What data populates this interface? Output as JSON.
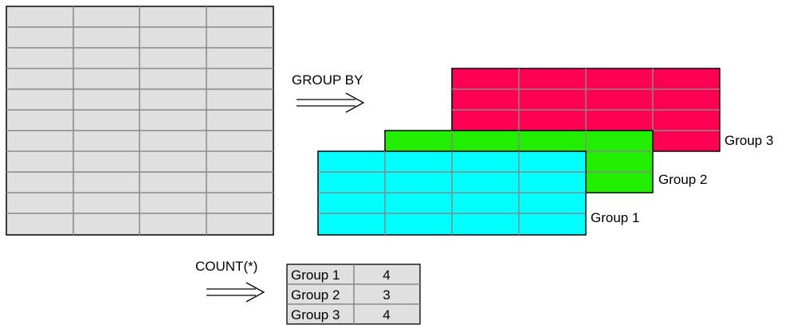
{
  "labels": {
    "group_by": "GROUP BY",
    "count": "COUNT(*)",
    "group1": "Group 1",
    "group2": "Group 2",
    "group3": "Group 3"
  },
  "colors": {
    "source_fill": "#e0e0e0",
    "group1_fill": "#00ffff",
    "group2_fill": "#22ee00",
    "group3_fill": "#ff0055",
    "grid_line": "#888888",
    "border": "#000000"
  },
  "source_table": {
    "rows": 11,
    "cols": 4
  },
  "groups": [
    {
      "name": "Group 1",
      "rows": 4
    },
    {
      "name": "Group 2",
      "rows": 3
    },
    {
      "name": "Group 3",
      "rows": 4
    }
  ],
  "result_table": {
    "rows": [
      {
        "group": "Group 1",
        "count": "4"
      },
      {
        "group": "Group 2",
        "count": "3"
      },
      {
        "group": "Group 3",
        "count": "4"
      }
    ]
  }
}
